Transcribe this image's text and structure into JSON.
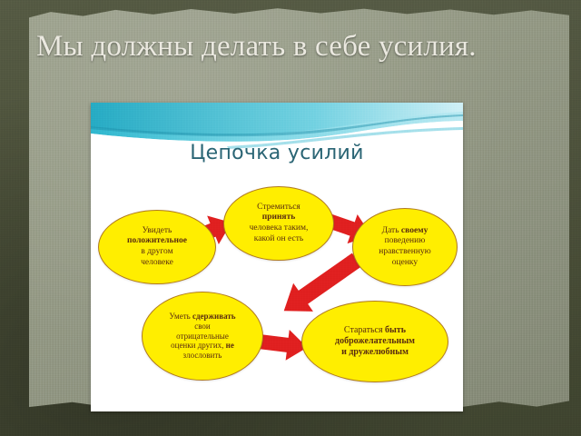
{
  "headline": "Мы должны делать в себе усилия.",
  "picture": {
    "title": "Цепочка усилий",
    "accent_color": "#2a6575",
    "wave_color": "#4fc3dc",
    "background_color": "#ffffff"
  },
  "theme": {
    "page_background": "#4b5038",
    "paper_background": "#969b87",
    "headline_color": "#ebe9e0",
    "oval_fill": "#ffee00",
    "oval_border": "#b07a1e",
    "oval_text": "#5a2d10",
    "arrow_color": "#e02020"
  },
  "diagram": {
    "type": "cycle-chain",
    "node_count": 5,
    "arrow_count": 4,
    "nodes": [
      {
        "id": "node-1",
        "lines": [
          {
            "text": "Увидеть",
            "bold": false
          },
          {
            "text": "положительное",
            "bold": true
          },
          {
            "text": "в другом",
            "bold": false
          },
          {
            "text": "человеке",
            "bold": false
          }
        ],
        "plain_text": "Увидеть положительное в другом человеке"
      },
      {
        "id": "node-2",
        "lines": [
          {
            "text": "Стремиться",
            "bold": false
          },
          {
            "text": "принять",
            "bold": true
          },
          {
            "text": "человека таким,",
            "bold": false
          },
          {
            "text": "какой он есть",
            "bold": false
          }
        ],
        "plain_text": "Стремиться принять человека таким, какой он есть"
      },
      {
        "id": "node-3",
        "lines": [
          {
            "text": "Дать ",
            "bold": false
          },
          {
            "text": "своему",
            "bold": true
          },
          {
            "text": "поведению",
            "bold": false
          },
          {
            "text": "нравственную",
            "bold": false
          },
          {
            "text": "оценку",
            "bold": false
          }
        ],
        "plain_text": "Дать своему поведению нравственную оценку"
      },
      {
        "id": "node-4",
        "lines": [
          {
            "text": "Стараться ",
            "bold": false
          },
          {
            "text": "быть",
            "bold": true
          },
          {
            "text": "доброжелательным",
            "bold": true
          },
          {
            "text": "и дружелюбным",
            "bold": true
          }
        ],
        "plain_text": "Стараться быть доброжелательным и дружелюбным"
      },
      {
        "id": "node-5",
        "lines": [
          {
            "text": "Уметь ",
            "bold": false
          },
          {
            "text": "сдерживать",
            "bold": true
          },
          {
            "text": "свои",
            "bold": false
          },
          {
            "text": "отрицательные",
            "bold": false
          },
          {
            "text": "оценки других, ",
            "bold": false
          },
          {
            "text": "не",
            "bold": true
          },
          {
            "text": "злословить",
            "bold": false
          }
        ],
        "plain_text": "Уметь сдерживать свои отрицательные оценки других, не злословить"
      }
    ],
    "edges": [
      {
        "id": "arrow-1",
        "from": "node-1",
        "to": "node-2",
        "direction": "up-right"
      },
      {
        "id": "arrow-2",
        "from": "node-2",
        "to": "node-3",
        "direction": "down-right"
      },
      {
        "id": "arrow-3",
        "from": "node-3",
        "to": "node-5",
        "direction": "down-left"
      },
      {
        "id": "arrow-4",
        "from": "node-5",
        "to": "node-4",
        "direction": "right"
      }
    ]
  },
  "node_text": {
    "n1_l1": "Увидеть",
    "n1_l2": "положительное",
    "n1_l3": "в другом",
    "n1_l4": "человеке",
    "n2_l1": "Стремиться",
    "n2_l2": "принять",
    "n2_l3": "человека таким,",
    "n2_l4": "какой он есть",
    "n3_l1a": "Дать ",
    "n3_l1b": "своему",
    "n3_l2": "поведению",
    "n3_l3": "нравственную",
    "n3_l4": "оценку",
    "n4_l1a": "Стараться ",
    "n4_l1b": "быть",
    "n4_l2": "доброжелательным",
    "n4_l3": "и дружелюбным",
    "n5_l1a": "Уметь ",
    "n5_l1b": "сдерживать",
    "n5_l2": "свои",
    "n5_l3": "отрицательные",
    "n5_l4a": "оценки других, ",
    "n5_l4b": "не",
    "n5_l5": "злословить"
  }
}
